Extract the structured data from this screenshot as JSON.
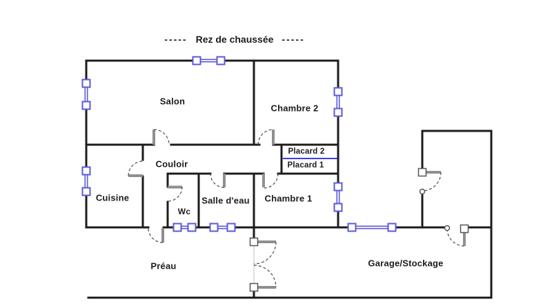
{
  "title": {
    "dash": "-----",
    "text": "Rez de chaussée"
  },
  "colors": {
    "wall": "#1c1c1c",
    "window_frame": "#5a5ad6",
    "placard_divider": "#3c3cf0",
    "door_leaf": "#8f8f8f",
    "door_arc": "#4a4a4a",
    "background": "#ffffff",
    "text": "#1c1c1c"
  },
  "rooms": {
    "salon": {
      "label": "Salon"
    },
    "chambre2": {
      "label": "Chambre 2"
    },
    "couloir": {
      "label": "Couloir"
    },
    "cuisine": {
      "label": "Cuisine"
    },
    "wc": {
      "label": "Wc"
    },
    "salle_deau": {
      "label": "Salle d'eau"
    },
    "chambre1": {
      "label": "Chambre 1"
    },
    "placard2": {
      "label": "Placard 2"
    },
    "placard1": {
      "label": "Placard 1"
    },
    "preau": {
      "label": "Préau"
    },
    "garage": {
      "label": "Garage/Stockage"
    }
  }
}
